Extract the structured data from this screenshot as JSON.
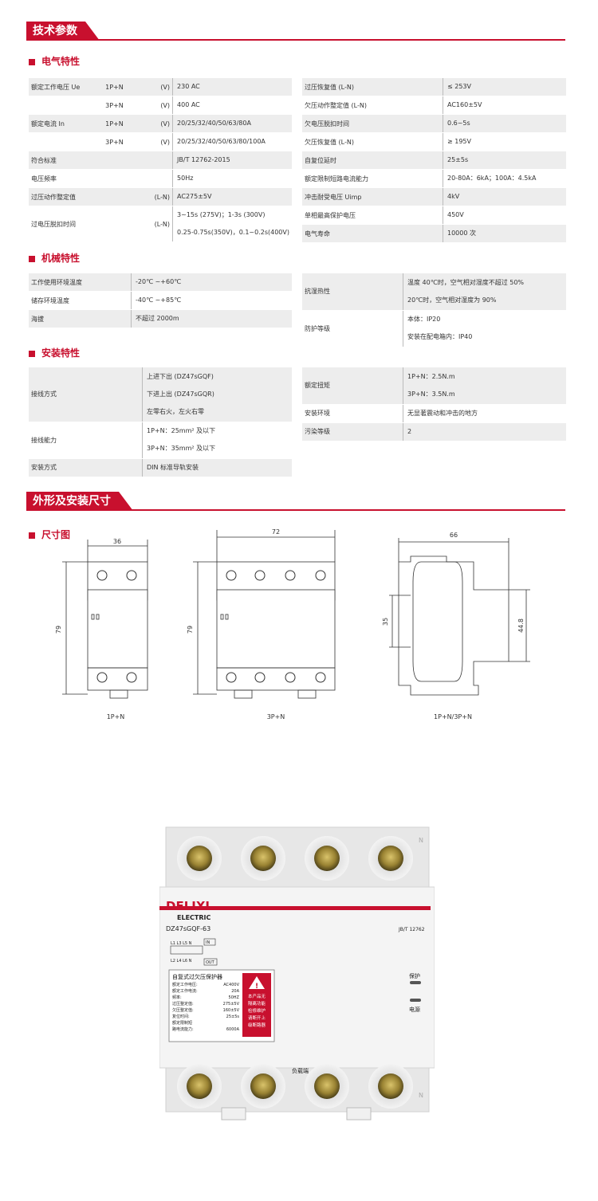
{
  "sections": {
    "tech": "技术参数",
    "dims": "外形及安装尺寸"
  },
  "subs": {
    "electrical": "电气特性",
    "mechanical": "机械特性",
    "install": "安装特性",
    "size_chart": "尺寸图"
  },
  "elec_left": [
    {
      "name": "额定工作电压 Ue",
      "sub": "1P+N",
      "unit": "(V)",
      "value": "230 AC"
    },
    {
      "name": "",
      "sub": "3P+N",
      "unit": "(V)",
      "value": "400 AC"
    },
    {
      "name": "额定电流 In",
      "sub": "1P+N",
      "unit": "(V)",
      "value": "20/25/32/40/50/63/80A"
    },
    {
      "name": "",
      "sub": "3P+N",
      "unit": "(V)",
      "value": "20/25/32/40/50/63/80/100A"
    },
    {
      "name": "符合标准",
      "sub": "",
      "unit": "",
      "value": "JB/T 12762-2015"
    },
    {
      "name": "电压频率",
      "sub": "",
      "unit": "",
      "value": "50Hz"
    },
    {
      "name": "过压动作整定值",
      "sub": "",
      "unit": "(L-N)",
      "value": "AC275±5V"
    },
    {
      "name": "过电压脱扣时间",
      "sub": "",
      "unit": "(L-N)",
      "value": "3~15s (275V)；1-3s (300V)",
      "value2": "0.25-0.75s(350V)，0.1~0.2s(400V)"
    }
  ],
  "elec_right": [
    {
      "name": "过压恢复值 (L-N)",
      "value": "≤ 253V"
    },
    {
      "name": "欠压动作整定值 (L-N)",
      "value": "AC160±5V"
    },
    {
      "name": "欠电压脱扣时间",
      "value": "0.6~5s"
    },
    {
      "name": "欠压恢复值 (L-N)",
      "value": "≥ 195V"
    },
    {
      "name": "自复位延时",
      "value": "25±5s"
    },
    {
      "name": "额定限制短路电流能力",
      "value": "20-80A：6kA；100A：4.5kA"
    },
    {
      "name": "冲击耐受电压 Uimp",
      "value": "4kV"
    },
    {
      "name": "单相最高保护电压",
      "value": "450V"
    },
    {
      "name": "电气寿命",
      "value": "10000 次"
    }
  ],
  "mech_left": [
    {
      "name": "工作使用环境温度",
      "value": "-20℃ ~+60℃"
    },
    {
      "name": "储存环境温度",
      "value": "-40℃ ~+85℃"
    },
    {
      "name": "海拔",
      "value": "不超过 2000m"
    }
  ],
  "mech_right": [
    {
      "name": "抗湿热性",
      "value": "温度 40℃时，空气相对湿度不超过 50%",
      "value2": "20℃时，空气相对湿度为 90%"
    },
    {
      "name": "防护等级",
      "value": "本体：IP20",
      "value2": "安装在配电箱内：IP40"
    }
  ],
  "inst_left": [
    {
      "name": "接线方式",
      "value": "上进下出 (DZ47sGQF)",
      "value2": "下进上出 (DZ47sGQR)",
      "value3": "左零右火，左火右零"
    },
    {
      "name": "接线能力",
      "value": "1P+N：25mm² 及以下",
      "value2": "3P+N：35mm² 及以下"
    },
    {
      "name": "安装方式",
      "value": "DIN 标准导轨安装"
    }
  ],
  "inst_right": [
    {
      "name": "额定扭矩",
      "value": "1P+N：2.5N.m",
      "value2": "3P+N：3.5N.m"
    },
    {
      "name": "安装环境",
      "value": "无显著震动和冲击的地方"
    },
    {
      "name": "污染等级",
      "value": "2"
    }
  ],
  "drawings": {
    "d1": {
      "width": "36",
      "height": "79",
      "caption": "1P+N"
    },
    "d2": {
      "width": "72",
      "height": "79",
      "caption": "3P+N"
    },
    "d3": {
      "width": "66",
      "h1": "35",
      "h2": "44.8",
      "caption": "1P+N/3P+N"
    }
  },
  "product": {
    "brand": "DELIXI",
    "brand_sub": "ELECTRIC",
    "model": "DZ47sGQF-63",
    "std": "JB/T 12762",
    "terminals_top": "L1 L3 L5 N",
    "terminals_bot": "L2 L4 L6 N",
    "in": "IN",
    "out": "OUT",
    "label_title": "自复式过欠压保护器",
    "label_lines": [
      [
        "额定工作电压:",
        "AC400V"
      ],
      [
        "额定工作电流:",
        "20A"
      ],
      [
        "频率:",
        "50HZ"
      ],
      [
        "过压整定值:",
        "275±5V"
      ],
      [
        "欠压整定值:",
        "160±5V"
      ],
      [
        "复位时间:",
        "25±5s"
      ],
      [
        "额定限制短",
        ""
      ],
      [
        "路电流能力:",
        "6000A"
      ]
    ],
    "warn": [
      "本产品无",
      "隔离功能",
      "检修维护",
      "请断开上",
      "级断路器"
    ],
    "ind1": "保护",
    "ind2": "电源",
    "load": "负载端",
    "n_mark": "N"
  }
}
